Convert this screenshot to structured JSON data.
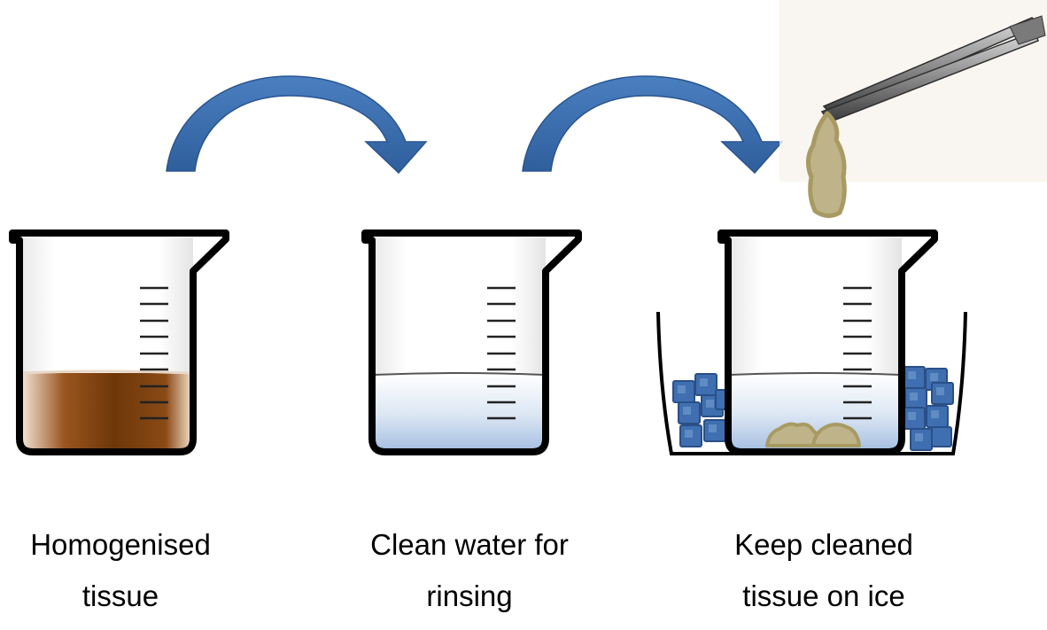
{
  "steps": [
    {
      "caption_line1": "Homogenised",
      "caption_line2": "tissue",
      "contents": "brown liquid"
    },
    {
      "caption_line1": "Clean water for",
      "caption_line2": "rinsing",
      "contents": "clean water"
    },
    {
      "caption_line1": "Keep cleaned",
      "caption_line2": "tissue on ice",
      "contents": "water with tissue pieces in ice bath"
    }
  ],
  "colors": {
    "arrow": "#3a6aa8",
    "brown_liquid": "#7a3f0f",
    "water": "#b4cbe6",
    "tissue": "#bfb389",
    "tissue_outline": "#a89a63",
    "ice": "#3f6fb0",
    "outline": "#000000"
  },
  "icons": [
    "beaker-icon",
    "curved-arrow-icon",
    "tweezers-icon",
    "ice-cube-icon",
    "tissue-piece-icon"
  ]
}
